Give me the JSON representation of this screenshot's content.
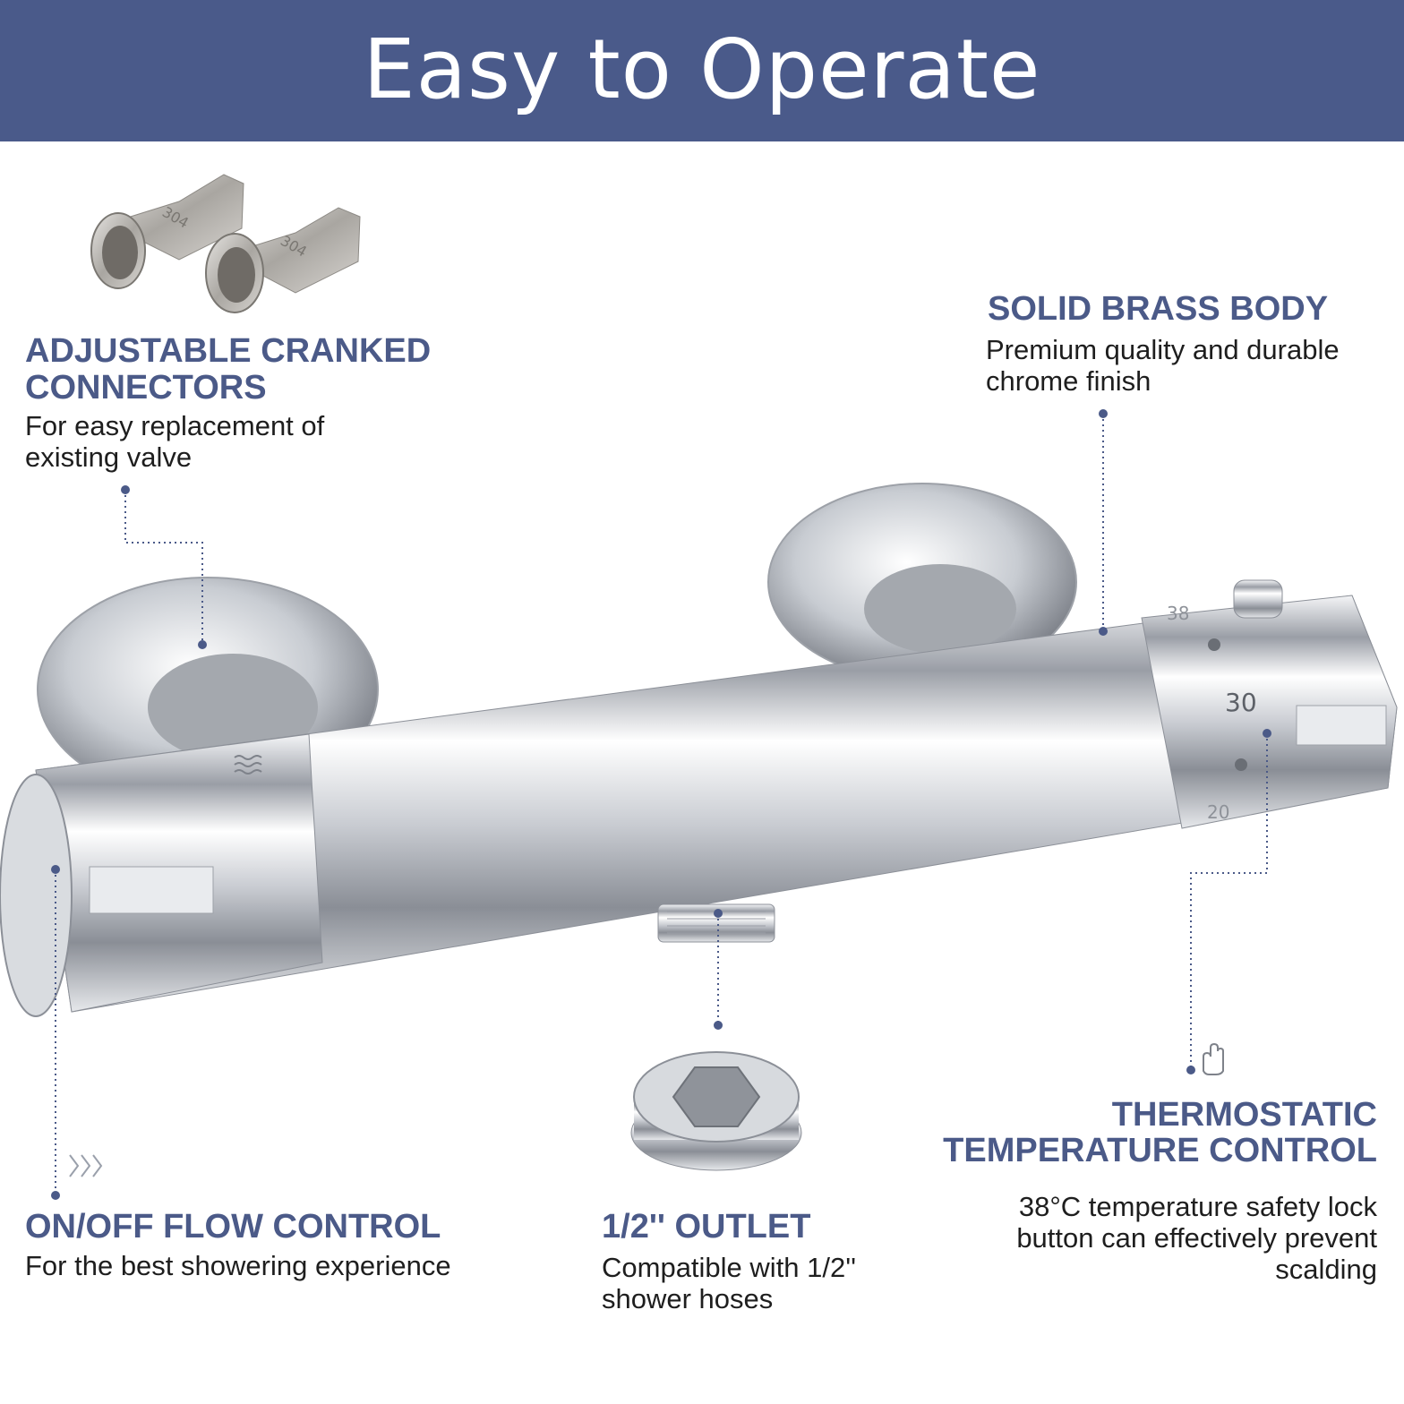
{
  "banner": {
    "title": "Easy to Operate"
  },
  "colors": {
    "banner_bg": "#4a5a8a",
    "heading": "#4b5a88",
    "body_text": "#1e1e1e",
    "chrome": "#c8ccd2"
  },
  "features": {
    "connectors": {
      "title_line1": "ADJUSTABLE CRANKED",
      "title_line2": "CONNECTORS",
      "desc_line1": "For easy replacement of",
      "desc_line2": "existing valve"
    },
    "body": {
      "title": "SOLID BRASS BODY",
      "desc_line1": "Premium quality and durable",
      "desc_line2": "chrome finish"
    },
    "flow": {
      "title": "ON/OFF FLOW CONTROL",
      "desc": "For the best showering experience"
    },
    "outlet": {
      "title": "1/2'' OUTLET",
      "desc_line1": "Compatible with 1/2''",
      "desc_line2": "shower hoses"
    },
    "thermo": {
      "title_line1": "THERMOSTATIC",
      "title_line2": "TEMPERATURE CONTROL",
      "desc_line1": "38°C temperature safety lock",
      "desc_line2": "button can effectively prevent",
      "desc_line3": "scalding"
    }
  },
  "product": {
    "connector_stamp": "304",
    "dial_marks": [
      "38",
      "30",
      "20"
    ],
    "icons": [
      "hand-icon",
      "chevrons-right-icon",
      "water-waves-icon"
    ]
  }
}
